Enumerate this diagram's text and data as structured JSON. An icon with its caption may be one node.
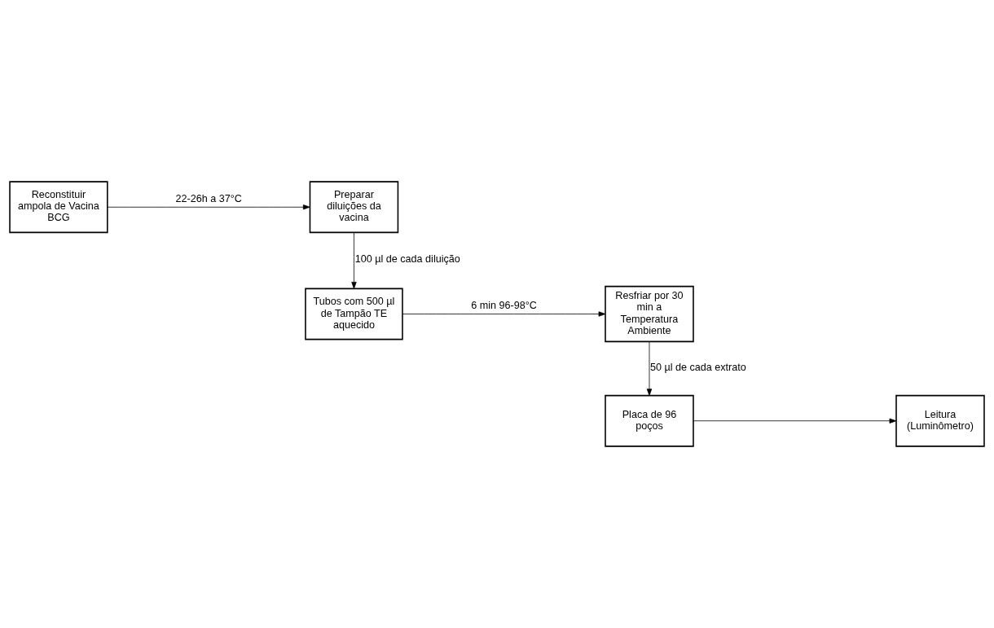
{
  "diagram": {
    "nodes": [
      {
        "text": [
          "Reconstituir ampola de Vacina BCG"
        ]
      },
      {
        "text": [
          "Preparar diluições da vacina"
        ]
      },
      {
        "text": [
          "Tubos com 500 µl de Tampão TE aquecido"
        ]
      },
      {
        "text": [
          "Resfriar por 30 min a Temperatura Ambiente"
        ]
      },
      {
        "text": [
          "Placa de 96 poços"
        ]
      },
      {
        "text": [
          "Leitura (Luminômetro)"
        ]
      }
    ],
    "edges": [
      {
        "from": 0,
        "to": 1,
        "arrow": "to",
        "label": "22-26h a 37°C"
      },
      {
        "from": 1,
        "to": 2,
        "arrow": "to",
        "label": "100 µl de cada diluição"
      },
      {
        "from": 2,
        "to": 3,
        "arrow": "to",
        "label": "6 min 96-98°C"
      },
      {
        "from": 3,
        "to": 4,
        "arrow": "to",
        "label": "50 µl de cada extrato"
      },
      {
        "from": 4,
        "to": 5,
        "arrow": "to"
      }
    ]
  }
}
